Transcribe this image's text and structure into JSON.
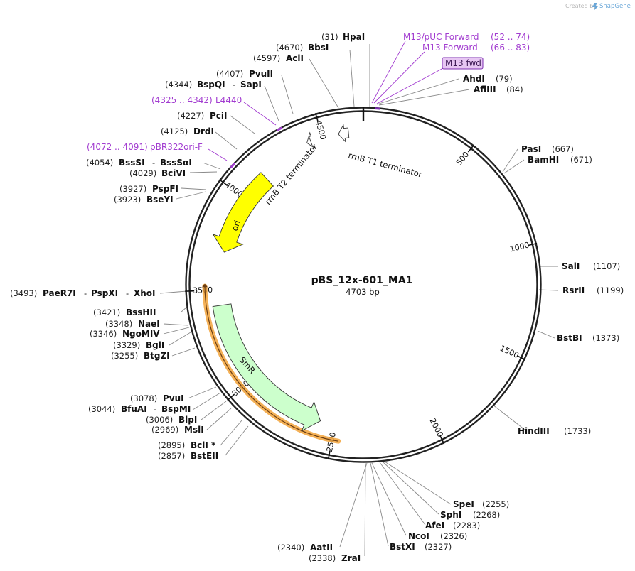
{
  "brand": {
    "created_by": "Created by",
    "name": "SnapGene",
    "icon": "snapgene-icon"
  },
  "plasmid": {
    "name": "pBS_12x-601_MA1",
    "size": 4703,
    "size_label": "4703 bp"
  },
  "ticks": [
    {
      "pos": 500,
      "label": "500"
    },
    {
      "pos": 1000,
      "label": "1000"
    },
    {
      "pos": 1500,
      "label": "1500"
    },
    {
      "pos": 2000,
      "label": "2000"
    },
    {
      "pos": 2500,
      "label": "2500"
    },
    {
      "pos": 3000,
      "label": "3000"
    },
    {
      "pos": 3500,
      "label": "3500"
    },
    {
      "pos": 4000,
      "label": "4000"
    },
    {
      "pos": 4500,
      "label": "4500"
    }
  ],
  "features": [
    {
      "name": "ori",
      "start": 3700,
      "end": 4150,
      "direction": "ccw",
      "color": "#ffff00"
    },
    {
      "name": "SmR",
      "start": 2580,
      "end": 3420,
      "direction": "ccw",
      "color": "#ccffcc"
    },
    {
      "name": "rrnB T1 terminator",
      "start": 4580,
      "end": 4630,
      "direction": "ccw",
      "color": "#ffffff"
    },
    {
      "name": "rrnB T2 terminator",
      "start": 4420,
      "end": 4440,
      "direction": "ccw",
      "color": "#ffffff"
    }
  ],
  "highlight_arc": {
    "start": 2470,
    "end": 3520,
    "color": "#f2a33a"
  },
  "primer_marks": [
    {
      "name": "M13 fwd",
      "pos": 60,
      "color": "#7c2fb0"
    },
    {
      "name": "pBR322ori-F",
      "pos": 4082,
      "color": "#a23cd0"
    },
    {
      "name": "L4440",
      "pos": 4334,
      "color": "#a23cd0"
    }
  ],
  "primer_labels": [
    {
      "name": "M13/pUC Forward",
      "range": "(52 .. 74)"
    },
    {
      "name": "M13 Forward",
      "range": "(66 .. 83)"
    },
    {
      "name": "M13 fwd"
    },
    {
      "name": "L4440",
      "range": "(4325 .. 4342)"
    },
    {
      "name": "pBR322ori-F",
      "range": "(4072 .. 4091)"
    }
  ],
  "sites_right": [
    {
      "name": "HpaI",
      "pos": "(31)"
    },
    {
      "name": "AhdI",
      "pos": "(79)"
    },
    {
      "name": "AflIII",
      "pos": "(84)"
    },
    {
      "name": "PasI",
      "pos": "(667)"
    },
    {
      "name": "BamHI",
      "pos": "(671)"
    },
    {
      "name": "SalI",
      "pos": "(1107)"
    },
    {
      "name": "RsrII",
      "pos": "(1199)"
    },
    {
      "name": "BstBI",
      "pos": "(1373)"
    },
    {
      "name": "HindIII",
      "pos": "(1733)"
    },
    {
      "name": "SpeI",
      "pos": "(2255)"
    },
    {
      "name": "SphI",
      "pos": "(2268)"
    },
    {
      "name": "AfeI",
      "pos": "(2283)"
    },
    {
      "name": "NcoI",
      "pos": "(2326)"
    },
    {
      "name": "BstXI",
      "pos": "(2327)"
    }
  ],
  "sites_left": [
    {
      "name": "BbsI",
      "pos": "(4670)"
    },
    {
      "name": "AclI",
      "pos": "(4597)"
    },
    {
      "name": "PvuII",
      "pos": "(4407)"
    },
    {
      "name": "BspQI",
      "extra": "SapI",
      "pos": "(4344)"
    },
    {
      "name": "PciI",
      "pos": "(4227)"
    },
    {
      "name": "DrdI",
      "pos": "(4125)"
    },
    {
      "name": "BssSI",
      "extra": "BssSαI",
      "pos": "(4054)"
    },
    {
      "name": "BciVI",
      "pos": "(4029)"
    },
    {
      "name": "PspFI",
      "pos": "(3927)"
    },
    {
      "name": "BseYI",
      "pos": "(3923)"
    },
    {
      "name": "PaeR7I",
      "extra": "PspXI",
      "extra2": "XhoI",
      "pos": "(3493)"
    },
    {
      "name": "BssHII",
      "pos": "(3421)"
    },
    {
      "name": "NaeI",
      "pos": "(3348)"
    },
    {
      "name": "NgoMIV",
      "pos": "(3346)"
    },
    {
      "name": "BglI",
      "pos": "(3329)"
    },
    {
      "name": "BtgZI",
      "pos": "(3255)"
    },
    {
      "name": "PvuI",
      "pos": "(3078)"
    },
    {
      "name": "BfuAI",
      "extra": "BspMI",
      "pos": "(3044)"
    },
    {
      "name": "BlpI",
      "pos": "(3006)"
    },
    {
      "name": "MslI",
      "pos": "(2969)"
    },
    {
      "name": "BclI *",
      "pos": "(2895)"
    },
    {
      "name": "BstEII",
      "pos": "(2857)"
    },
    {
      "name": "AatII",
      "pos": "(2340)"
    },
    {
      "name": "ZraI",
      "pos": "(2338)"
    }
  ]
}
